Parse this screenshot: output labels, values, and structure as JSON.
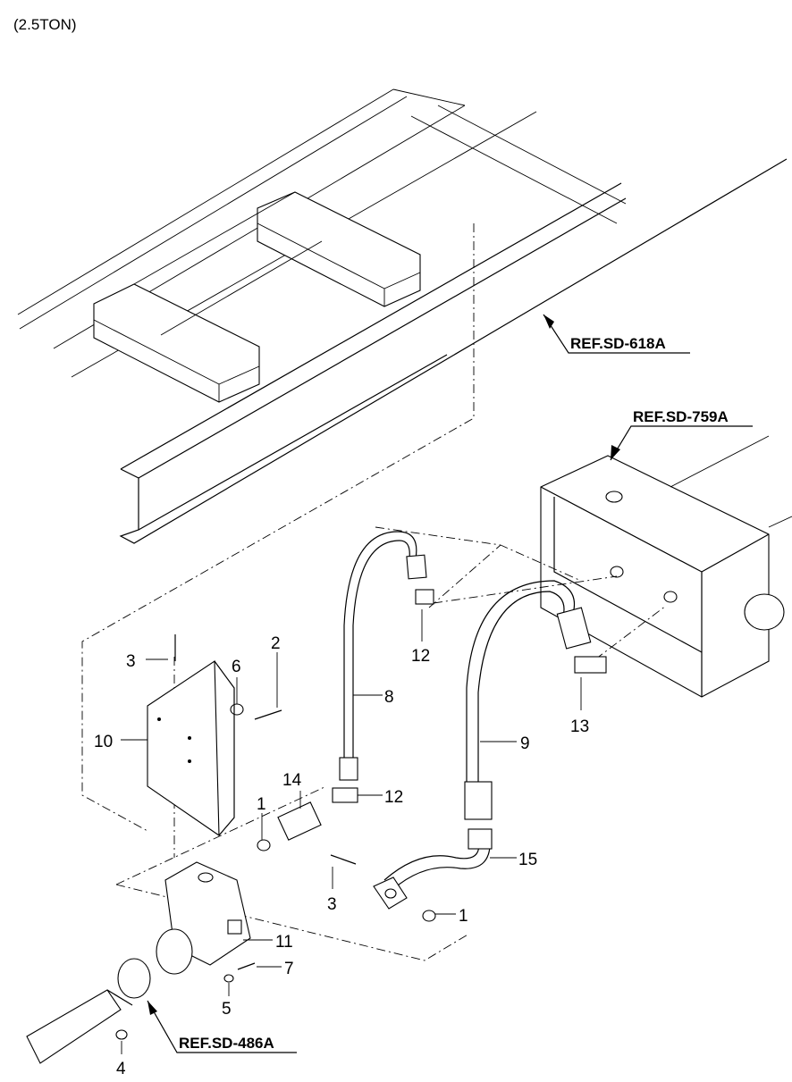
{
  "title": "(2.5TON)",
  "references": {
    "frame": "REF.SD-618A",
    "tank": "REF.SD-759A",
    "propeller_shaft": "REF.SD-486A"
  },
  "callouts": {
    "c3a": "3",
    "c2": "2",
    "c6": "6",
    "c10": "10",
    "c8": "8",
    "c12a": "12",
    "c13": "13",
    "c9": "9",
    "c14": "14",
    "c12b": "12",
    "c1a": "1",
    "c15": "15",
    "c3b": "3",
    "c1b": "1",
    "c11": "11",
    "c7": "7",
    "c5": "5",
    "c4": "4"
  }
}
